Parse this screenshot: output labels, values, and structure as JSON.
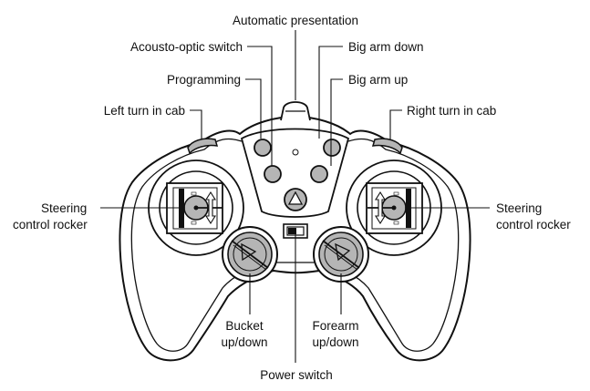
{
  "labels": {
    "automatic_presentation": "Automatic presentation",
    "acousto_optic_switch": "Acousto-optic switch",
    "big_arm_down": "Big arm down",
    "programming": "Programming",
    "big_arm_up": "Big arm up",
    "left_turn_in_cab": "Left turn in cab",
    "right_turn_in_cab": "Right turn in cab",
    "steering_left_line1": "Steering",
    "steering_left_line2": "control rocker",
    "steering_right_line1": "Steering",
    "steering_right_line2": "control rocker",
    "bucket_line1": "Bucket",
    "bucket_line2": "up/down",
    "forearm_line1": "Forearm",
    "forearm_line2": "up/down",
    "power_switch": "Power switch"
  },
  "colors": {
    "button_fill": "#b5b5b5",
    "controller_fill": "#ffffff",
    "outline": "#111111"
  }
}
